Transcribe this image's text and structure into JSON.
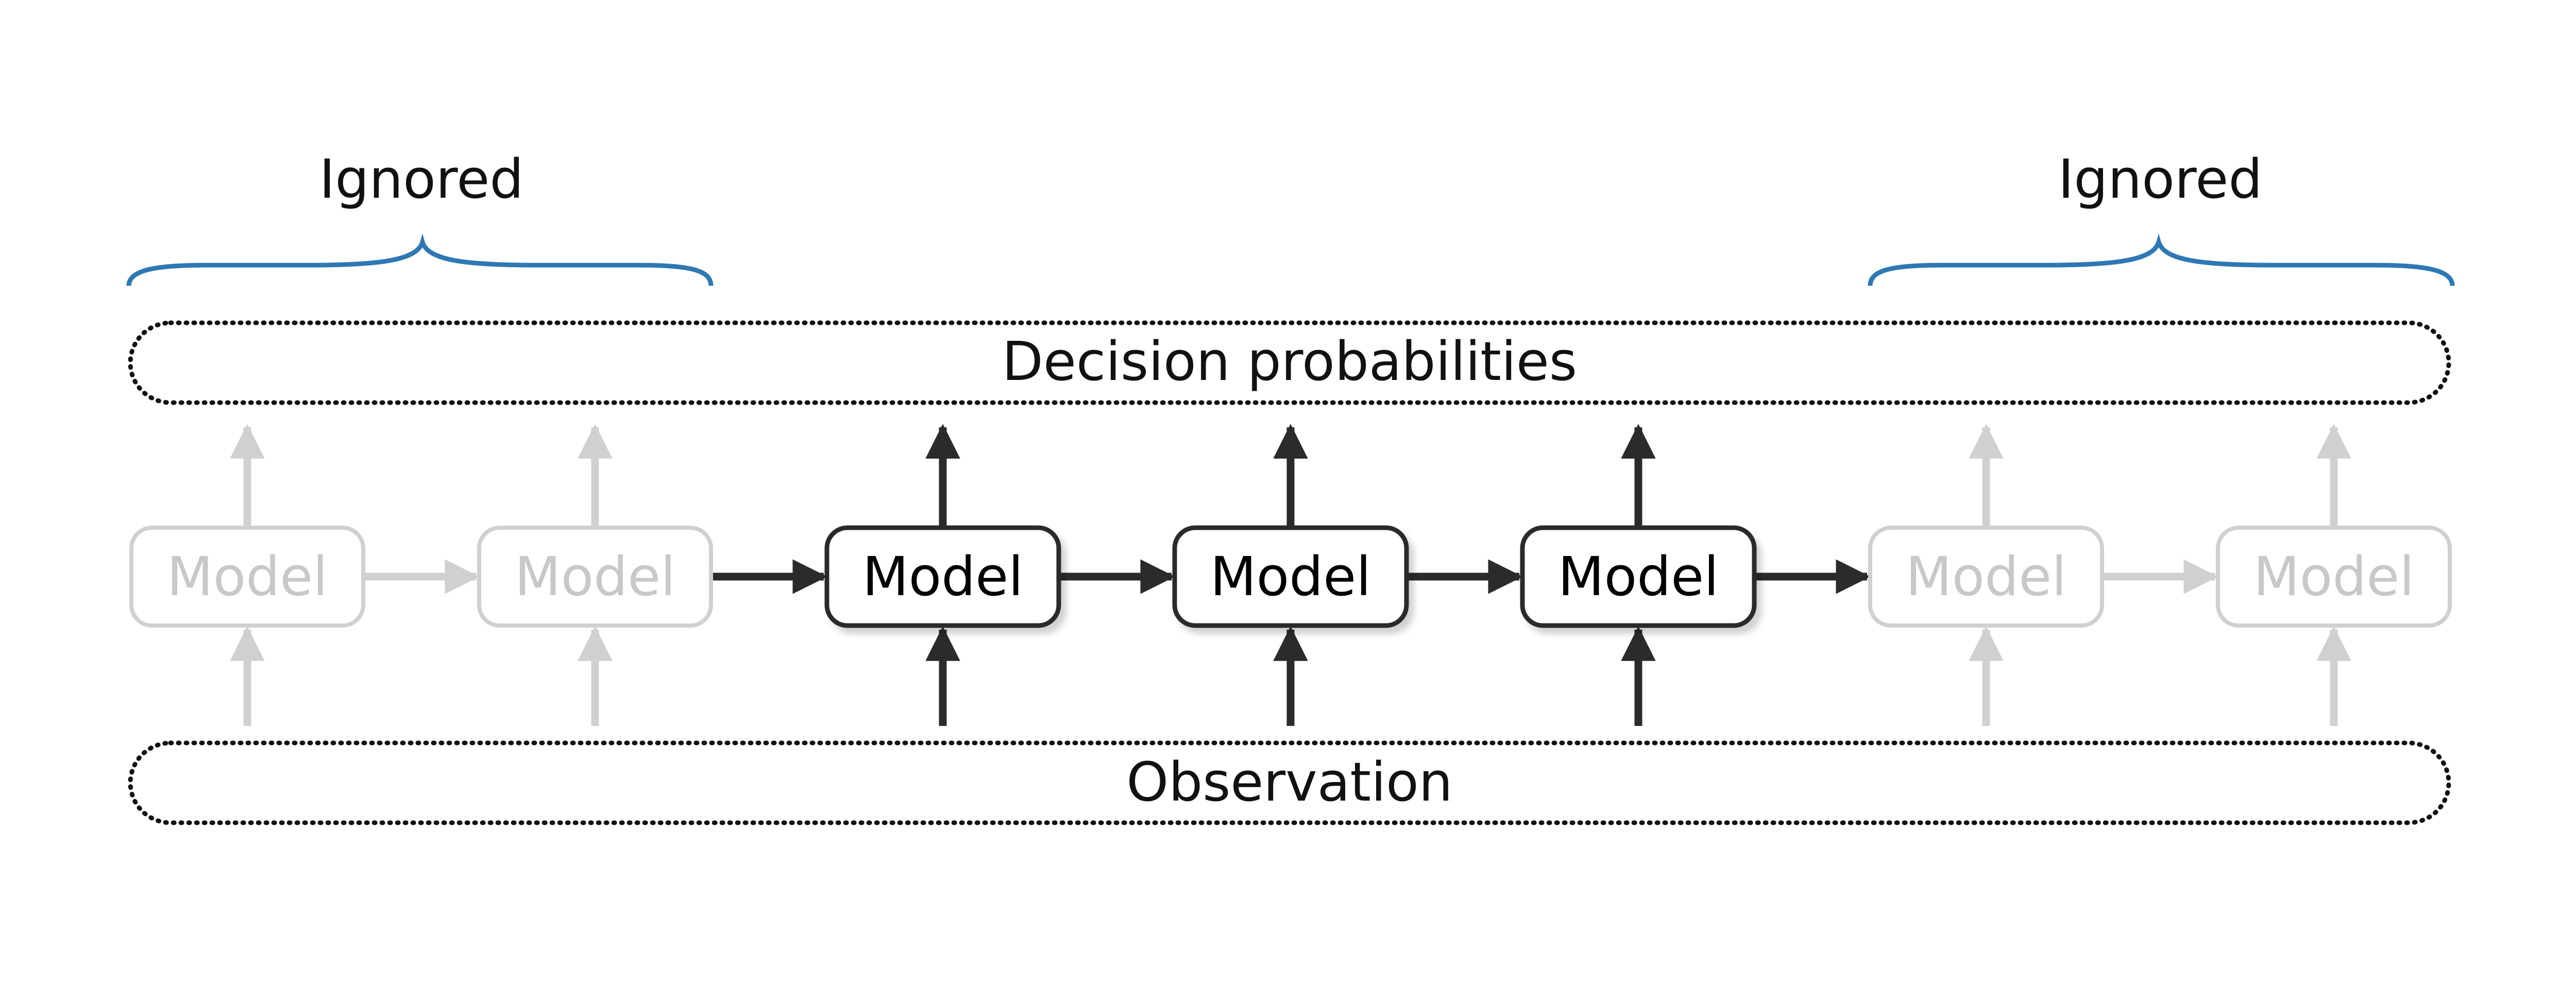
{
  "ignored_labels": [
    "Ignored",
    "Ignored"
  ],
  "top_box_label": "Decision probabilities",
  "bottom_box_label": "Observation",
  "models": [
    {
      "label": "Model",
      "active": false
    },
    {
      "label": "Model",
      "active": false
    },
    {
      "label": "Model",
      "active": true
    },
    {
      "label": "Model",
      "active": true
    },
    {
      "label": "Model",
      "active": true
    },
    {
      "label": "Model",
      "active": false
    },
    {
      "label": "Model",
      "active": false
    }
  ],
  "colors": {
    "active": "#2b2b2b",
    "inactive": "#d0d0d0",
    "inactive_text": "#c8c8c8",
    "brace": "#2e78b3",
    "dotted": "#111111"
  }
}
